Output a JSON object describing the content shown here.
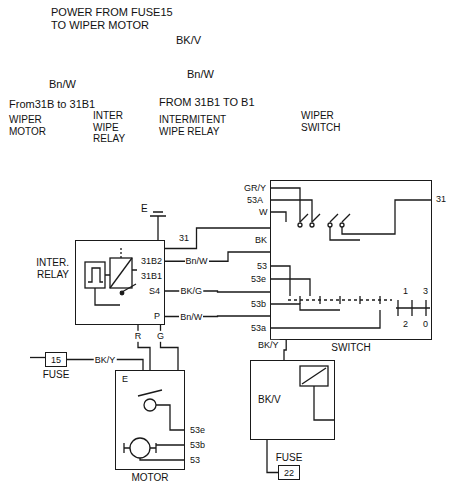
{
  "diagram": {
    "nodes": [
      {
        "text": [
          "INTER. RELAY"
        ]
      },
      {
        "text": [
          "SWITCH"
        ]
      },
      {
        "text": [
          "MOTOR"
        ]
      },
      {
        "text": [
          "15",
          "FUSE"
        ]
      },
      {
        "text": [
          "BK/V"
        ]
      },
      {
        "text": [
          "22",
          "FUSE"
        ]
      }
    ],
    "edges": [
      {
        "from": 0,
        "to": 1,
        "label": "Bn/W",
        "arrow": "none"
      },
      {
        "from": 0,
        "to": 1,
        "label": "BK/G",
        "arrow": "none"
      },
      {
        "from": 0,
        "to": 1,
        "label": "Bn/W",
        "arrow": "none"
      },
      {
        "from": 0,
        "to": 1,
        "arrow": "none"
      },
      {
        "from": 3,
        "to": 2,
        "label": "BK/Y",
        "arrow": "none"
      },
      {
        "from": 0,
        "to": 2,
        "label": "R",
        "arrow": "none"
      },
      {
        "from": 0,
        "to": 2,
        "label": "G",
        "arrow": "none"
      },
      {
        "from": 1,
        "to": 4,
        "label": "BK/Y",
        "arrow": "none"
      },
      {
        "from": 4,
        "to": 5,
        "arrow": "none"
      }
    ],
    "labels": [
      "POWER FROM FUSE15 TO WIPER MOTOR",
      "BK/V",
      "Bn/W",
      "From31B to 31B1",
      "WIPER MOTOR",
      "INTER WIPE RELAY",
      "Bn/W",
      "FROM 31B1 TO B1",
      "INTERMITENT WIPE RELAY",
      "WIPER SWITCH",
      "E",
      "31",
      "31B2",
      "31B1",
      "S4",
      "P",
      "GR/Y",
      "53A",
      "W",
      "BK",
      "53",
      "53e",
      "53b",
      "53a",
      "31",
      "1",
      "3",
      "2",
      "0",
      "E",
      "53e",
      "53b",
      "53"
    ]
  }
}
